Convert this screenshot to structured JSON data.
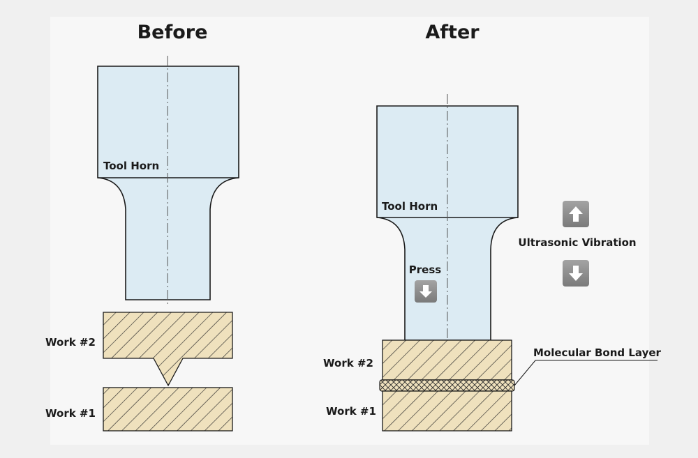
{
  "before": {
    "title": "Before",
    "horn_label": "Tool Horn",
    "work2_label": "Work #2",
    "work1_label": "Work #1"
  },
  "after": {
    "title": "After",
    "horn_label": "Tool Horn",
    "press_label": "Press",
    "vibration_label": "Ultrasonic Vibration",
    "bond_label": "Molecular Bond Layer",
    "work2_label": "Work #2",
    "work1_label": "Work #1"
  },
  "colors": {
    "background": "#f0f0f0",
    "panel": "#f7f7f7",
    "horn_fill": "#dcebf3",
    "work_fill": "#efe1bd",
    "arrow_fill": "#8c8c8c",
    "outline": "#1a1a1a"
  },
  "icons": [
    "arrow-up-icon",
    "arrow-down-icon"
  ]
}
